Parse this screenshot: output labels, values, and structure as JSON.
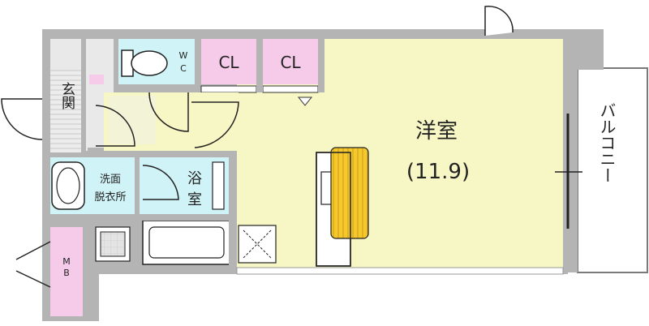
{
  "rooms": {
    "western_room": {
      "name": "洋室",
      "area": "(11.9)"
    },
    "balcony": "バルコニー",
    "entrance": "玄関",
    "washroom": {
      "line1": "洗面",
      "line2": "脱衣所"
    },
    "bath": {
      "line1": "浴",
      "line2": "室"
    },
    "toilet": {
      "line1": "W",
      "line2": "C"
    },
    "closet_1": "CL",
    "closet_2": "CL",
    "meter_box": {
      "line1": "M",
      "line2": "B"
    }
  },
  "colors": {
    "western_room": "#f7f7c6",
    "wet_area": "#cff3f6",
    "closet": "#f6cbea",
    "wall": "#b4b4b4",
    "entrance_floor": "#e9e9e9",
    "kitchen_accent": "#f3c12c"
  }
}
